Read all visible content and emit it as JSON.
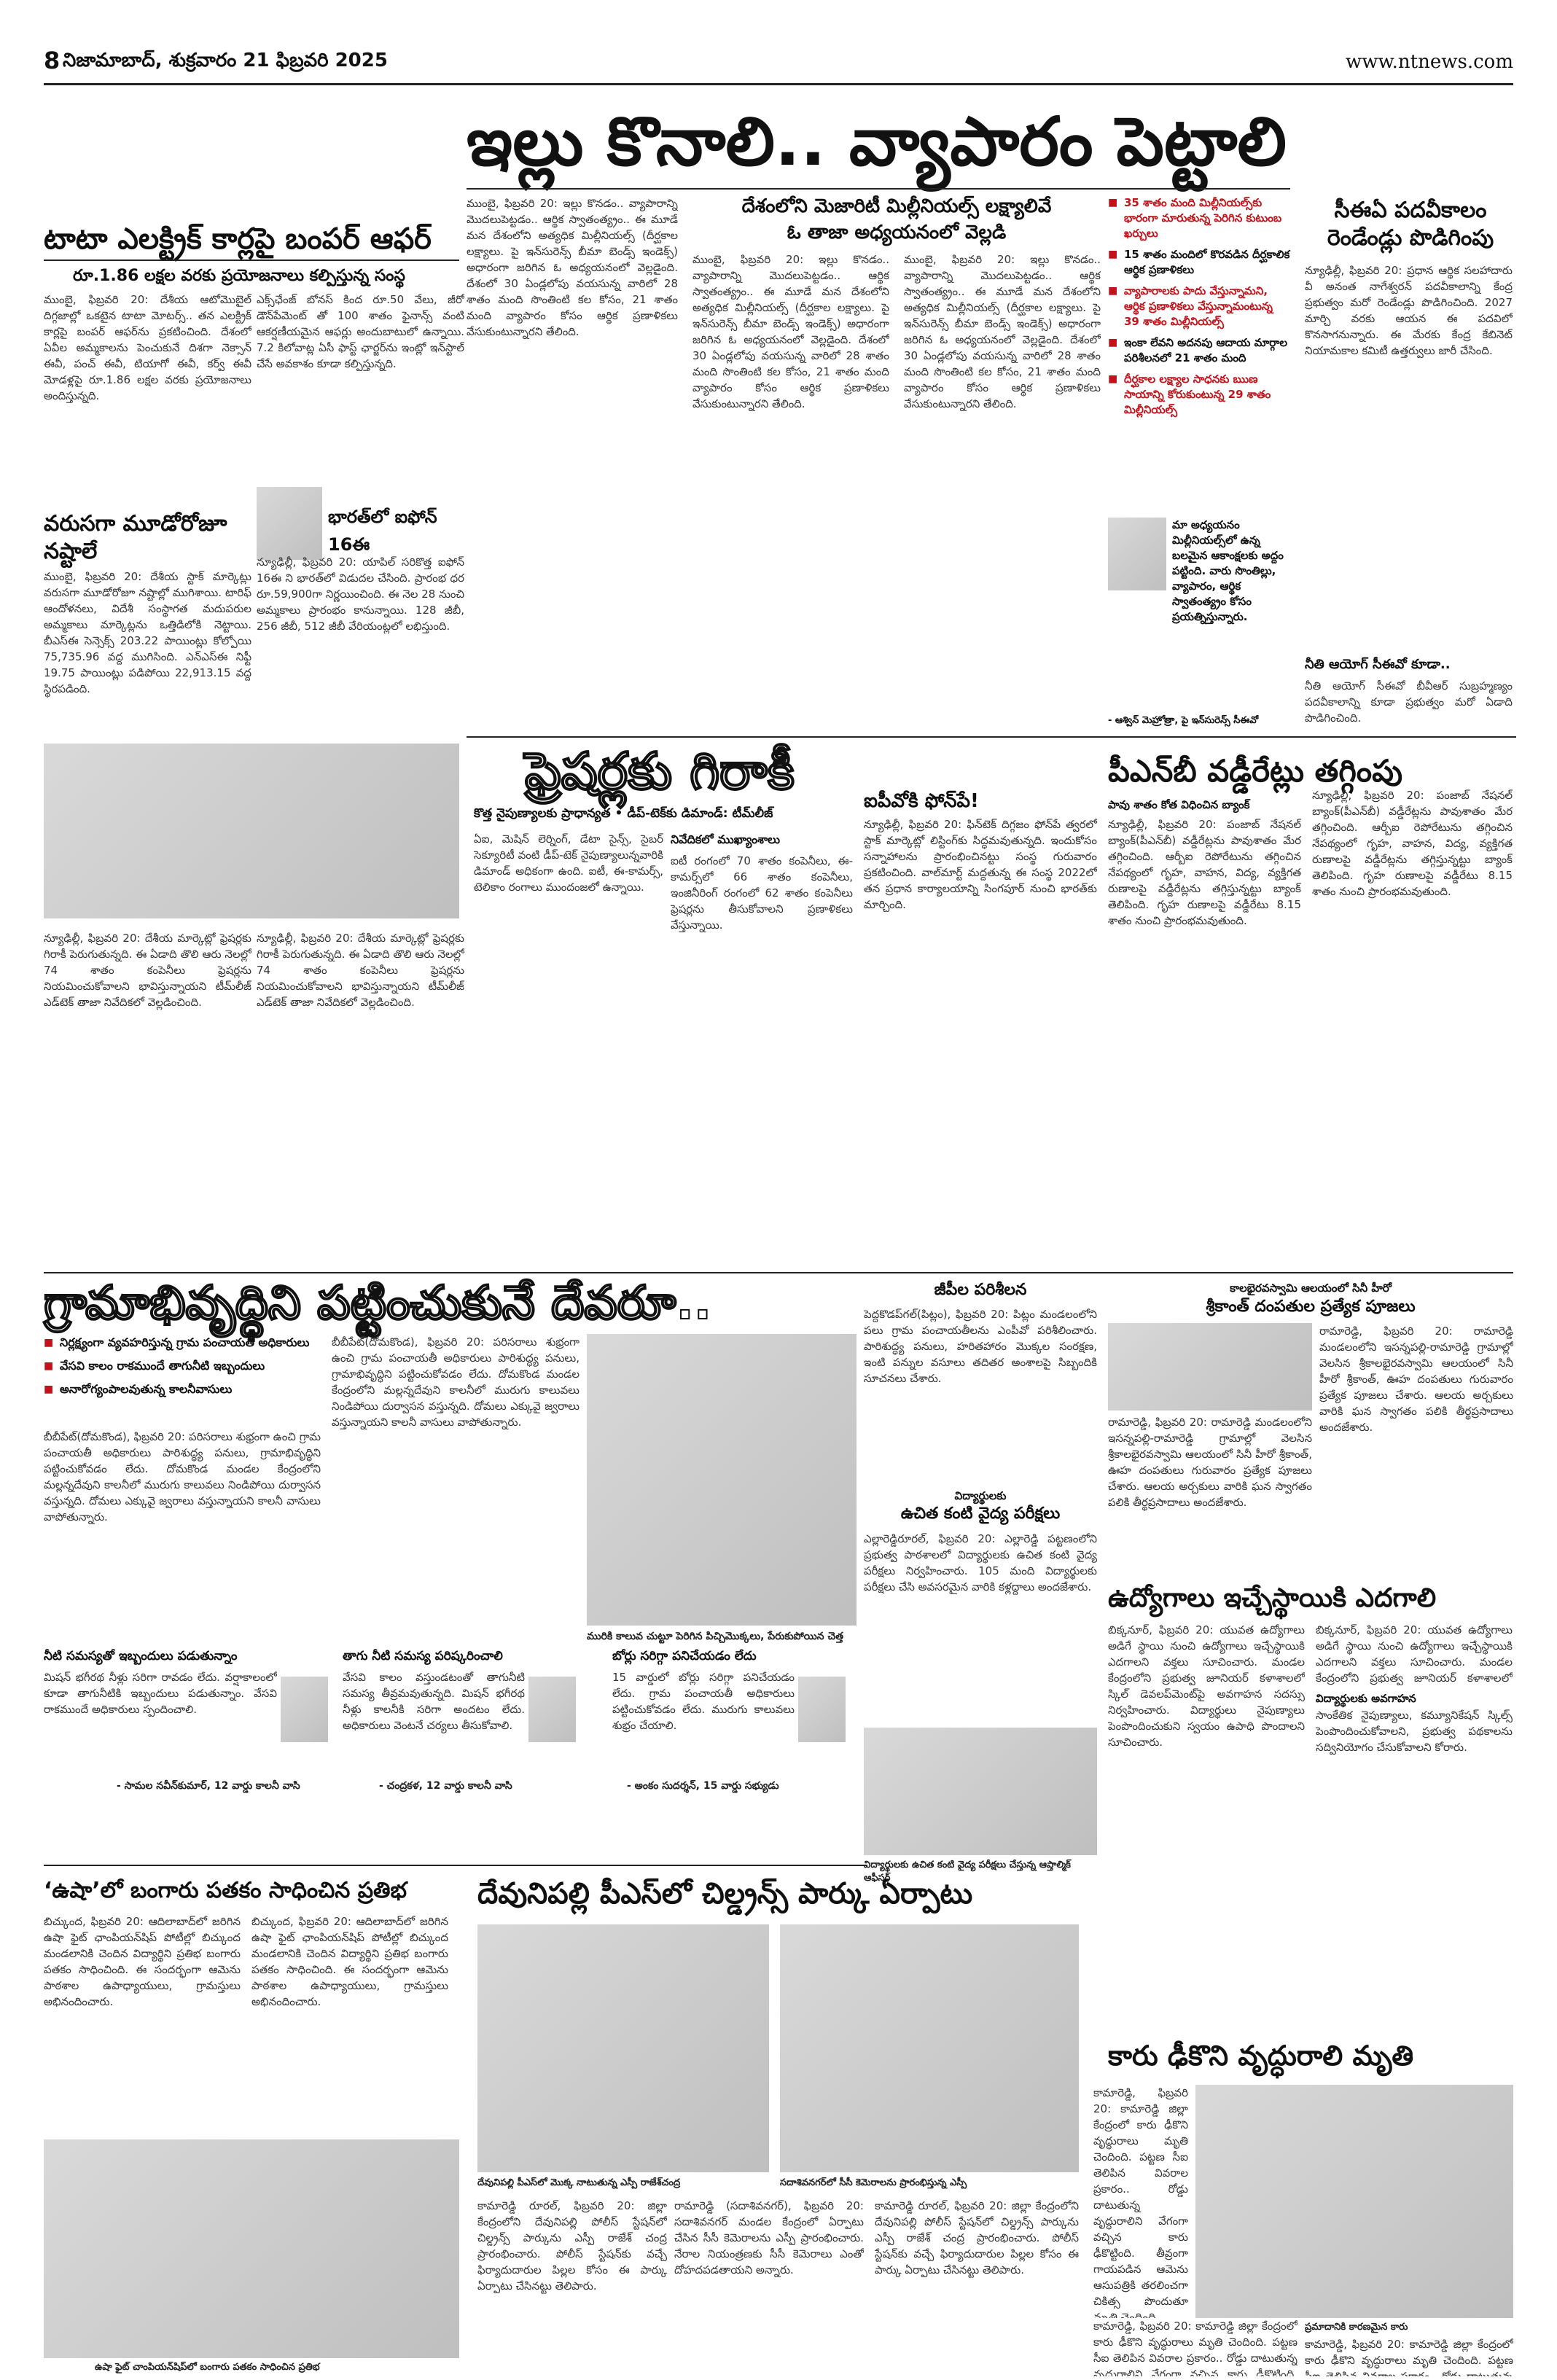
{
  "masthead": {
    "page_number": "8",
    "date_line": "నిజామాబాద్, శుక్రవారం 21 ఫిబ్రవరి 2025",
    "website": "www.ntnews.com"
  },
  "lead_story": {
    "headline": "ఇల్లు కొనాలి.. వ్యాపారం పెట్టాలి",
    "subhead_1": "దేశంలోని మెజారిటీ మిల్లీనియల్స్ లక్ష్యాలివే",
    "subhead_2": "ఓ తాజా అధ్యయనంలో వెల్లడి",
    "body": "ముంబై, ఫిబ్రవరి 20: ఇల్లు కొనడం.. వ్యాపారాన్ని మొదలుపెట్టడం.. ఆర్థిక స్వాతంత్య్రం.. ఈ మూడే మన దేశంలోని అత్యధిక మిల్లీనియల్స్ (దీర్ఘకాల లక్ష్యాలు. పై ఇన్‌సురెన్స్ బీమా బెండ్స్ ఇండెక్స్) అధారంగా జరిగిన ఓ అధ్యయనంలో వెల్లడైంది. దేశంలో 30 ఏండ్లలోపు వయసున్న వారిలో 28 శాతం మంది సొంతింటి కల కోసం, 21 శాతం మంది వ్యాపారం కోసం ఆర్థిక ప్రణాళికలు వేసుకుంటున్నారని తేలింది.",
    "bullets": [
      "35 శాతం మంది మిల్లీనియల్స్‌కు భారంగా మారుతున్న పెరిగిన కుటుంబ ఖర్చులు",
      "15 శాతం మందిలో కొరవడిన దీర్ఘకాలిక ఆర్థిక ప్రణాళికలు",
      "వ్యాపారాలకు పాదు వేస్తున్నామని, ఆర్థిక ప్రణాళికలు వేస్తున్నామంటున్న 39 శాతం మిల్లీనియల్స్",
      "ఇంకా లేవని అదనపు ఆదాయ మార్గాల పరిశీలనలో 21 శాతం మంది",
      "దీర్ఘకాల లక్ష్యాల సాధనకు ఋణ సాయాన్ని కోరుకుంటున్న 29 శాతం మిల్లీనియల్స్"
    ],
    "quote": "మా అధ్యయనం మిల్లీనియల్స్‌లో ఉన్న బలమైన ఆకాంక్షలకు అద్దం పట్టింది. వారు సొంతిల్లు, వ్యాపారం, ఆర్థిక స్వాతంత్య్రం కోసం ప్రయత్నిస్తున్నారు.",
    "quote_by": "- ఆశ్విన్ మెహ్రోత్రా, పై ఇన్‌సురెన్స్ సీఈవో"
  },
  "tata": {
    "headline": "టాటా ఎలక్ట్రిక్ కార్లపై బంపర్ ఆఫర్",
    "subhead": "రూ.1.86 లక్షల వరకు ప్రయోజనాలు కల్పిస్తున్న సంస్థ",
    "body": "ముంబై, ఫిబ్రవరి 20: దేశీయ ఆటోమొబైల్ దిగ్గజాల్లో ఒకటైన టాటా మోటర్స్.. తన ఎలక్ట్రిక్ కార్లపై బంపర్ ఆఫర్‌ను ప్రకటించింది. దేశంలో ఏవీల అమ్మకాలను పెంచుకునే దిశగా నెక్సాన్ ఈవీ, పంచ్ ఈవీ, టియాగో ఈవీ, కర్వ్ ఈవీ మోడళ్లపై రూ.1.86 లక్షల వరకు ప్రయోజనాలు అందిస్తున్నది."
  },
  "markets": {
    "headline": "వరుసగా మూడోరోజూ నష్టాలే",
    "body": "ముంబై, ఫిబ్రవరి 20: దేశీయ స్టాక్ మార్కెట్లు వరుసగా మూడోరోజూ నష్టాల్లో ముగిశాయి. టారిఫ్ ఆందోళనలు, విదేశీ సంస్థాగత మదుపరుల అమ్మకాలు మార్కెట్లను ఒత్తిడిలోకి నెట్టాయి. బీఎస్ఈ సెన్సెక్స్ 203.22 పాయింట్లు కోల్పోయి 75,735.96 వద్ద ముగిసింది. ఎన్ఎస్ఈ నిఫ్టీ 19.75 పాయింట్లు పడిపోయి 22,913.15 వద్ద స్థిరపడింది."
  },
  "ev_charging": {
    "body": "ఎక్స్‌ఛేంజ్ బోనస్ కింద రూ.50 వేలు, జీరో డౌన్‌పేమెంట్ తో 100 శాతం ఫైనాన్స్ వంటి ఆకర్షణీయమైన ఆఫర్లు అందుబాటులో ఉన్నాయి. 7.2 కిలోవాట్ల ఏసీ ఫాస్ట్ ఛార్జర్‌ను ఇంట్లో ఇన్‌స్టాల్ చేసే అవకాశం కూడా కల్పిస్తున్నది."
  },
  "iphone": {
    "headline": "భారత్‌లో ఐఫోన్ 16ఈ",
    "body": "న్యూఢిల్లీ, ఫిబ్రవరి 20: యాపిల్ సరికొత్త ఐఫోన్ 16ఈ ని భారత్‌లో విడుదల చేసింది. ప్రారంభ ధర రూ.59,900గా నిర్ణయించింది. ఈ నెల 28 నుంచి అమ్మకాలు ప్రారంభం కానున్నాయి. 128 జీబీ, 256 జీబీ, 512 జీబీ వేరియంట్లలో లభిస్తుంది."
  },
  "nri": {
    "headline": "సీఈఏ పదవీకాలం రెండేండ్లు పొడిగింపు",
    "body": "న్యూఢిల్లీ, ఫిబ్రవరి 20: ప్రధాన ఆర్థిక సలహాదారు వీ అనంత నాగేశ్వరన్ పదవీకాలాన్ని కేంద్ర ప్రభుత్వం మరో రెండేండ్లు పొడిగించింది. 2027 మార్చి వరకు ఆయన ఈ పదవిలో కొనసాగనున్నారు. ఈ మేరకు కేంద్ర కేబినెట్ నియామకాల కమిటీ ఉత్తర్వులు జారీ చేసింది.",
    "sub_headline": "నీతి ఆయోగ్ సీఈవో కూడా..",
    "sub_body": "నీతి ఆయోగ్ సీఈవో బీవీఆర్ సుబ్రహ్మణ్యం పదవీకాలాన్ని కూడా ప్రభుత్వం మరో ఏడాది పొడిగించింది."
  },
  "freshers": {
    "headline": "ఫ్రెషర్లకు గిరాకీ",
    "subhead": "కొత్త నైపుణ్యాలకు ప్రాధాన్యత • డీప్-టెక్‌కు డిమాండ్: టీమ్‌లీజ్",
    "body_1": "న్యూఢిల్లీ, ఫిబ్రవరి 20: దేశీయ మార్కెట్లో ఫ్రెషర్లకు గిరాకీ పెరుగుతున్నది. ఈ ఏడాది తొలి ఆరు నెలల్లో 74 శాతం కంపెనీలు ఫ్రెషర్లను నియమించుకోవాలని భావిస్తున్నాయని టీమ్‌లీజ్ ఎడ్‌టెక్ తాజా నివేదికలో వెల్లడించింది.",
    "body_2": "ఏఐ, మెషిన్ లెర్నింగ్, డేటా సైన్స్, సైబర్ సెక్యూరిటీ వంటి డీప్-టెక్ నైపుణ్యాలున్నవారికి డిమాండ్ అధికంగా ఉంది. ఐటీ, ఈ-కామర్స్, టెలికాం రంగాలు ముందంజలో ఉన్నాయి.",
    "body_3": "ఐటీ రంగంలో 70 శాతం కంపెనీలు, ఈ-కామర్స్‌లో 66 శాతం కంపెనీలు, ఇంజినీరింగ్ రంగంలో 62 శాతం కంపెనీలు ఫ్రెషర్లను తీసుకోవాలని ప్రణాళికలు వేస్తున్నాయి.",
    "box_title": "నివేదికలో ముఖ్యాంశాలు"
  },
  "ipo": {
    "headline": "ఐపీవోకి ఫోన్‌పే!",
    "body": "న్యూఢిల్లీ, ఫిబ్రవరి 20: ఫిన్‌టెక్ దిగ్గజం ఫోన్‌పే త్వరలో స్టాక్ మార్కెట్లో లిస్టింగ్‌కు సిద్ధమవుతున్నది. ఇందుకోసం సన్నాహాలను ప్రారంభించినట్టు సంస్థ గురువారం ప్రకటించింది. వాల్‌మార్ట్ మద్దతున్న ఈ సంస్థ 2022లో తన ప్రధాన కార్యాలయాన్ని సింగపూర్ నుంచి భారత్‌కు మార్చింది."
  },
  "pnb": {
    "headline": "పీఎన్‌బీ వడ్డీరేట్లు తగ్గింపు",
    "bullet": "పావు శాతం కోత విధించిన బ్యాంక్",
    "body": "న్యూఢిల్లీ, ఫిబ్రవరి 20: పంజాబ్ నేషనల్ బ్యాంక్(పీఎన్‌బీ) వడ్డీరేట్లను పావుశాతం మేర తగ్గించింది. ఆర్బీఐ రెపోరేటును తగ్గించిన నేపథ్యంలో గృహ, వాహన, విద్య, వ్యక్తిగత రుణాలపై వడ్డీరేట్లను తగ్గిస్తున్నట్టు బ్యాంక్ తెలిపింది. గృహ రుణాలపై వడ్డీరేటు 8.15 శాతం నుంచి ప్రారంభమవుతుంది."
  },
  "village": {
    "headline": "గ్రామాభివృద్ధిని పట్టించుకునే దేవరూ..",
    "bullets": [
      "నిర్లక్ష్యంగా వ్యవహరిస్తున్న గ్రామ పంచాయతీ అధికారులు",
      "వేసవి కాలం రాకముందే తాగునీటి ఇబ్బందులు",
      "అనారోగ్యంపాలవుతున్న కాలనీవాసులు"
    ],
    "body": "బీబీపేట్(దోమకొండ), ఫిబ్రవరి 20: పరిసరాలు శుభ్రంగా ఉంచి గ్రామ పంచాయతీ అధికారులు పారిశుద్ధ్య పనులు, గ్రామాభివృద్ధిని పట్టించుకోవడం లేదు. దోమకొండ మండల కేంద్రంలోని మల్లన్నదేవుని కాలనీలో మురుగు కాలువలు నిండిపోయి దుర్వాసన వస్తున్నది. దోమలు ఎక్కువై జ్వరాలు వస్తున్నాయని కాలనీ వాసులు వాపోతున్నారు.",
    "water_head": "నీటి సమస్యతో ఇబ్బందులు పడుతున్నాం",
    "water_body": "మిషన్ భగీరథ నీళ్లు సరిగా రావడం లేదు. వర్షాకాలంలో కూడా తాగునీటికి ఇబ్బందులు పడుతున్నాం. వేసవి రాకముందే అధికారులు స్పందించాలి.",
    "water_by": "- సామల నవీన్‌కుమార్, 12 వార్డు కాలనీ వాసి",
    "drink_head": "తాగు నీటి సమస్య పరిష్కరించాలి",
    "drink_body": "వేసవి కాలం వస్తుండటంతో తాగునీటి సమస్య తీవ్రమవుతున్నది. మిషన్ భగీరథ నీళ్లు కాలనీకి సరిగా అందటం లేదు. అధికారులు వెంటనే చర్యలు తీసుకోవాలి.",
    "drink_by": "- చంద్రకళ, 12 వార్డు కాలనీ వాసి",
    "bore_head": "బోర్లు సరిగ్గా పనిచేయడం లేదు",
    "bore_body": "15 వార్డులో బోర్లు సరిగ్గా పనిచేయడం లేదు. గ్రామ పంచాయతీ అధికారులు పట్టించుకోవడం లేదు. మురుగు కాలువలు శుభ్రం చేయాలి.",
    "bore_by": "- అంకం సుదర్శన్, 15 వార్డు సభ్యుడు",
    "photo_caption": "మురికి కాలువ చుట్టూ పెరిగిన పిచ్చిమొక్కలు, పేరుకుపోయిన చెత్త"
  },
  "bjp": {
    "headline": "జీపీల పరిశీలన",
    "body": "పెద్దకొడప్‌గల్(పిట్లం), ఫిబ్రవరి 20: పిట్లం మండలంలోని పలు గ్రామ పంచాయతీలను ఎంపీవో పరిశీలించారు. పారిశుద్ధ్య పనులు, హరితహారం మొక్కల సంరక్షణ, ఇంటి పన్నుల వసూలు తదితర అంశాలపై సిబ్బందికి సూచనలు చేశారు."
  },
  "eye": {
    "headline": "ఉచిత కంటి వైద్య పరీక్షలు",
    "kicker": "విద్యార్థులకు",
    "body": "ఎల్లారెడ్డిరూరల్, ఫిబ్రవరి 20: ఎల్లారెడ్డి పట్టణంలోని ప్రభుత్వ పాఠశాలలో విద్యార్థులకు ఉచిత కంటి వైద్య పరీక్షలు నిర్వహించారు. 105 మంది విద్యార్థులకు పరీక్షలు చేసి అవసరమైన వారికి కళ్లద్దాలు అందజేశారు.",
    "photo_caption": "విద్యార్థులకు ఉచిత కంటి వైద్య పరీక్షలు చేస్తున్న ఆప్తాల్మిక్ ఆఫీసర్"
  },
  "kalabhairava": {
    "kicker": "కాలభైరవస్వామి ఆలయంలో సినీ హీరో",
    "headline": "శ్రీకాంత్ దంపతుల ప్రత్యేక పూజలు",
    "body": "రామారెడ్డి, ఫిబ్రవరి 20: రామారెడ్డి మండలంలోని ఇసన్నపల్లి-రామారెడ్డి గ్రామాల్లో వెలసిన శ్రీకాలభైరవస్వామి ఆలయంలో సినీ హీరో శ్రీకాంత్, ఊహ దంపతులు గురువారం ప్రత్యేక పూజలు చేశారు. ఆలయ అర్చకులు వారికి ఘన స్వాగతం పలికి తీర్థప్రసాదాలు అందజేశారు."
  },
  "jobs": {
    "headline": "ఉద్యోగాలు ఇచ్చేస్థాయికి ఎదగాలి",
    "body": "బిక్కనూర్, ఫిబ్రవరి 20: యువత ఉద్యోగాలు అడిగే స్థాయి నుంచి ఉద్యోగాలు ఇచ్చేస్థాయికి ఎదగాలని వక్తలు సూచించారు. మండల కేంద్రంలోని ప్రభుత్వ జూనియర్ కళాశాలలో స్కిల్ డెవలప్‌మెంట్‌పై అవగాహన సదస్సు నిర్వహించారు. విద్యార్థులు నైపుణ్యాలు పెంపొందించుకుని స్వయం ఉపాధి పొందాలని సూచించారు.",
    "sub_head": "విద్యార్థులకు అవగాహన",
    "sub_body": "సాంకేతిక నైపుణ్యాలు, కమ్యూనికేషన్ స్కిల్స్ పెంపొందించుకోవాలని, ప్రభుత్వ పథకాలను సద్వినియోగం చేసుకోవాలని కోరారు."
  },
  "usha": {
    "headline": "‘ఉషా’లో బంగారు పతకం సాధించిన ప్రతిభ",
    "body": "బిచ్కుంద, ఫిబ్రవరి 20: ఆదిలాబాద్‌లో జరిగిన ఉషా ఫైట్ ఛాంపియన్‌షిప్ పోటీల్లో బిచ్కుంద మండలానికి చెందిన విద్యార్థిని ప్రతిభ బంగారు పతకం సాధించింది. ఈ సందర్భంగా ఆమెను పాఠశాల ఉపాధ్యాయులు, గ్రామస్తులు అభినందించారు.",
    "photo_caption": "ఉషా ఫైట్ చాంపియన్‌షిప్‌లో బంగారు పతకం సాధించిన ప్రతిభ"
  },
  "park": {
    "headline": "దేవునిపల్లి పీఎస్‌లో చిల్డ్రన్స్ పార్కు ఏర్పాటు",
    "photo_caption_1": "దేవునిపల్లి పీఎస్‌లో మొక్క నాటుతున్న ఎస్పీ రాజేశ్‌చంద్ర",
    "photo_caption_2": "సదాశివనగర్‌లో సీసీ కెమెరాలను ప్రారంభిస్తున్న ఎస్పీ",
    "body": "కామారెడ్డి రూరల్, ఫిబ్రవరి 20: జిల్లా కేంద్రంలోని దేవునిపల్లి పోలీస్ స్టేషన్‌లో చిల్డ్రన్స్ పార్కును ఎస్పీ రాజేశ్ చంద్ర ప్రారంభించారు. పోలీస్ స్టేషన్‌కు వచ్చే ఫిర్యాదుదారుల పిల్లల కోసం ఈ పార్కు ఏర్పాటు చేసినట్టు తెలిపారు.",
    "sub_head": "సదాశివనగర్‌లో సీసీ కెమెరాల ప్రారంభం",
    "sub_body": "రామారెడ్డి (సదాశివనగర్), ఫిబ్రవరి 20: సదాశివనగర్ మండల కేంద్రంలో ఏర్పాటు చేసిన సీసీ కెమెరాలను ఎస్పీ ప్రారంభించారు. నేరాల నియంత్రణకు సీసీ కెమెరాలు ఎంతో దోహదపడతాయని అన్నారు."
  },
  "accident": {
    "headline": "కారు ఢీకొని వృద్ధురాలి మృతి",
    "body": "కామారెడ్డి, ఫిబ్రవరి 20: కామారెడ్డి జిల్లా కేంద్రంలో కారు ఢీకొని వృద్ధురాలు మృతి చెందింది. పట్టణ సీఐ తెలిపిన వివరాల ప్రకారం.. రోడ్డు దాటుతున్న వృద్ధురాలిని వేగంగా వచ్చిన కారు ఢీకొట్టింది. తీవ్రంగా గాయపడిన ఆమెను ఆసుపత్రికి తరలించగా చికిత్స పొందుతూ మృతి చెందింది.",
    "photo_caption": "ప్రమాదానికి కారణమైన కారు"
  }
}
